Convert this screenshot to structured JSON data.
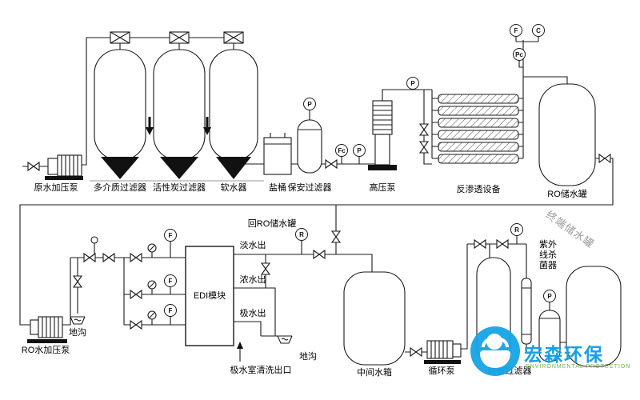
{
  "labels": {
    "raw_pump": "原水加压泵",
    "multimedia_filter": "多介质过滤器",
    "carbon_filter": "活性炭过滤器",
    "softener": "软水器",
    "salt_barrel": "盐桶",
    "security_filter": "保安过滤器",
    "hp_pump": "高压泵",
    "ro_unit": "反渗透设备",
    "ro_tank": "RO储水罐",
    "ro_pump": "RO水加压泵",
    "drain_1": "地沟",
    "edi_module": "EDI模块",
    "fresh_out": "淡水出",
    "conc_out": "浓水出",
    "polar_out": "极水出",
    "return_ro_tank": "回RO储水罐",
    "polar_clean_outlet": "极水室清洗出口",
    "drain_2": "地沟",
    "mid_tank": "中间水箱",
    "circ_pump": "循环泵",
    "uv_sterilizer": "紫外线杀菌器",
    "precision_filter": "精密过滤器",
    "terminal_tank": "终端储水罐"
  },
  "gauges": {
    "flow": "F",
    "conductivity": "C",
    "pressure": "P",
    "pressure_c": "Pc",
    "flow_c": "Fc",
    "recorder": "R"
  },
  "watermark": {
    "brand": "宏森环保",
    "subtitle": "ENVIRONMENTAL PROTECTION"
  }
}
